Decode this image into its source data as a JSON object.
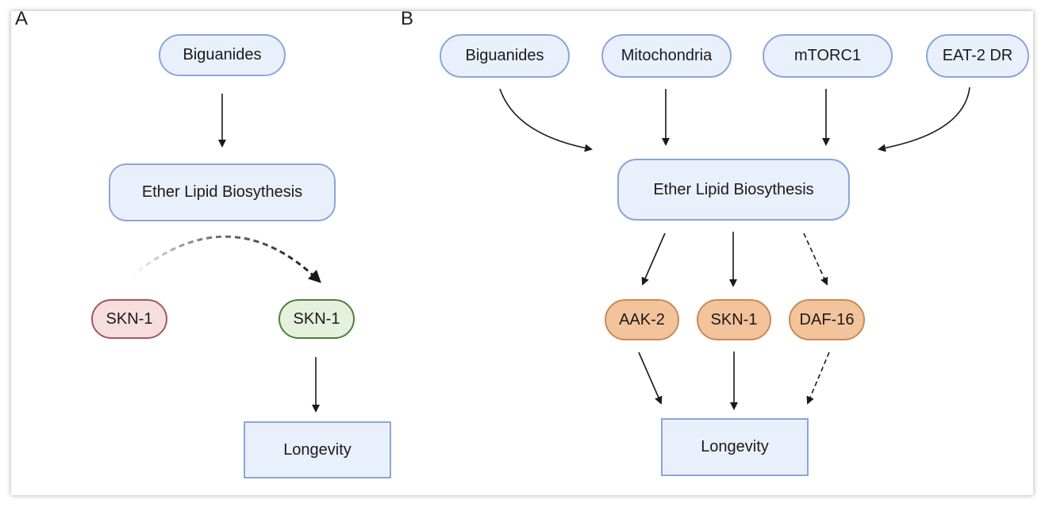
{
  "panel_a": {
    "label": "A",
    "nodes": {
      "biguanides": "Biguanides",
      "ether_lipid": "Ether Lipid Biosythesis",
      "skn1_inactive": "SKN-1",
      "skn1_active": "SKN-1",
      "longevity": "Longevity"
    }
  },
  "panel_b": {
    "label": "B",
    "nodes": {
      "biguanides": "Biguanides",
      "mitochondria": "Mitochondria",
      "mtorc1": "mTORC1",
      "eat2_dr": "EAT-2 DR",
      "ether_lipid": "Ether Lipid Biosythesis",
      "aak2": "AAK-2",
      "skn1": "SKN-1",
      "daf16": "DAF-16",
      "longevity": "Longevity"
    }
  },
  "colors": {
    "node_fill": "#eaf0fb",
    "node_border": "#8aa6d8",
    "skn_inactive_fill": "#f6dede",
    "skn_inactive_border": "#a05860",
    "skn_active_fill": "#e5f1dd",
    "skn_active_border": "#4e7f3e",
    "effector_fill": "#f3c39b",
    "effector_border": "#c98a55",
    "arrow": "#1a1a1a"
  }
}
